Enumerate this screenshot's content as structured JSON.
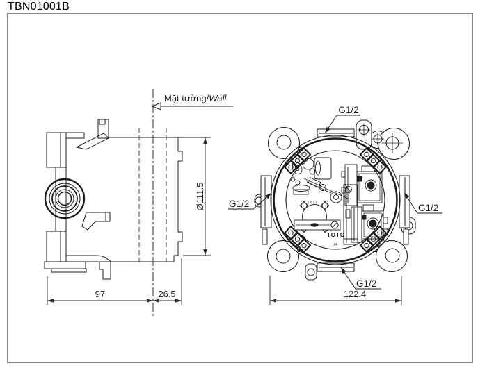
{
  "title": "TBN01001B",
  "drawing": {
    "wall_label": {
      "vi": "Mặt tường/",
      "en": "Wall"
    },
    "side_view": {
      "dim_depth": "97",
      "dim_wall_offset": "26.5",
      "dim_diameter": "Ø111.5"
    },
    "front_view": {
      "dim_width": "122.4",
      "port_top": "G1/2",
      "port_left": "G1/2",
      "port_right": "G1/2",
      "port_bottom": "G1/2",
      "logo": "TOTO",
      "logo_mark": "24"
    },
    "colors": {
      "line": "#1c1c1c",
      "dimension": "#2a2a2a",
      "frame": "#8a8a8a"
    }
  }
}
